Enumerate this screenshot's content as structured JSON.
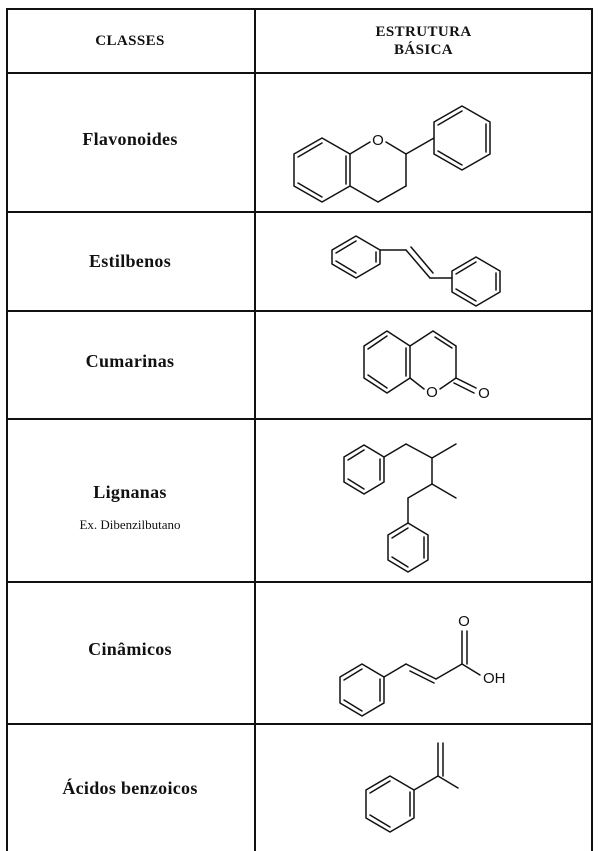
{
  "header": {
    "classes": "CLASSES",
    "structure_line1": "ESTRUTURA",
    "structure_line2": "BÁSICA"
  },
  "rows": [
    {
      "name": "Flavonoides",
      "structure_icon": "flavan-structure"
    },
    {
      "name": "Estilbenos",
      "structure_icon": "stilbene-structure"
    },
    {
      "name": "Cumarinas",
      "structure_icon": "coumarin-structure",
      "atom_labels": [
        "O",
        "O"
      ]
    },
    {
      "name": "Lignanas",
      "subtitle": "Ex. Dibenzilbutano",
      "structure_icon": "dibenzylbutane-structure"
    },
    {
      "name": "Cinâmicos",
      "structure_icon": "cinnamic-acid-structure",
      "atom_labels": [
        "O",
        "OH"
      ]
    },
    {
      "name": "Ácidos benzoicos",
      "structure_icon": "benzoic-acid-structure"
    }
  ],
  "atoms": {
    "o": "O",
    "oh": "OH"
  }
}
